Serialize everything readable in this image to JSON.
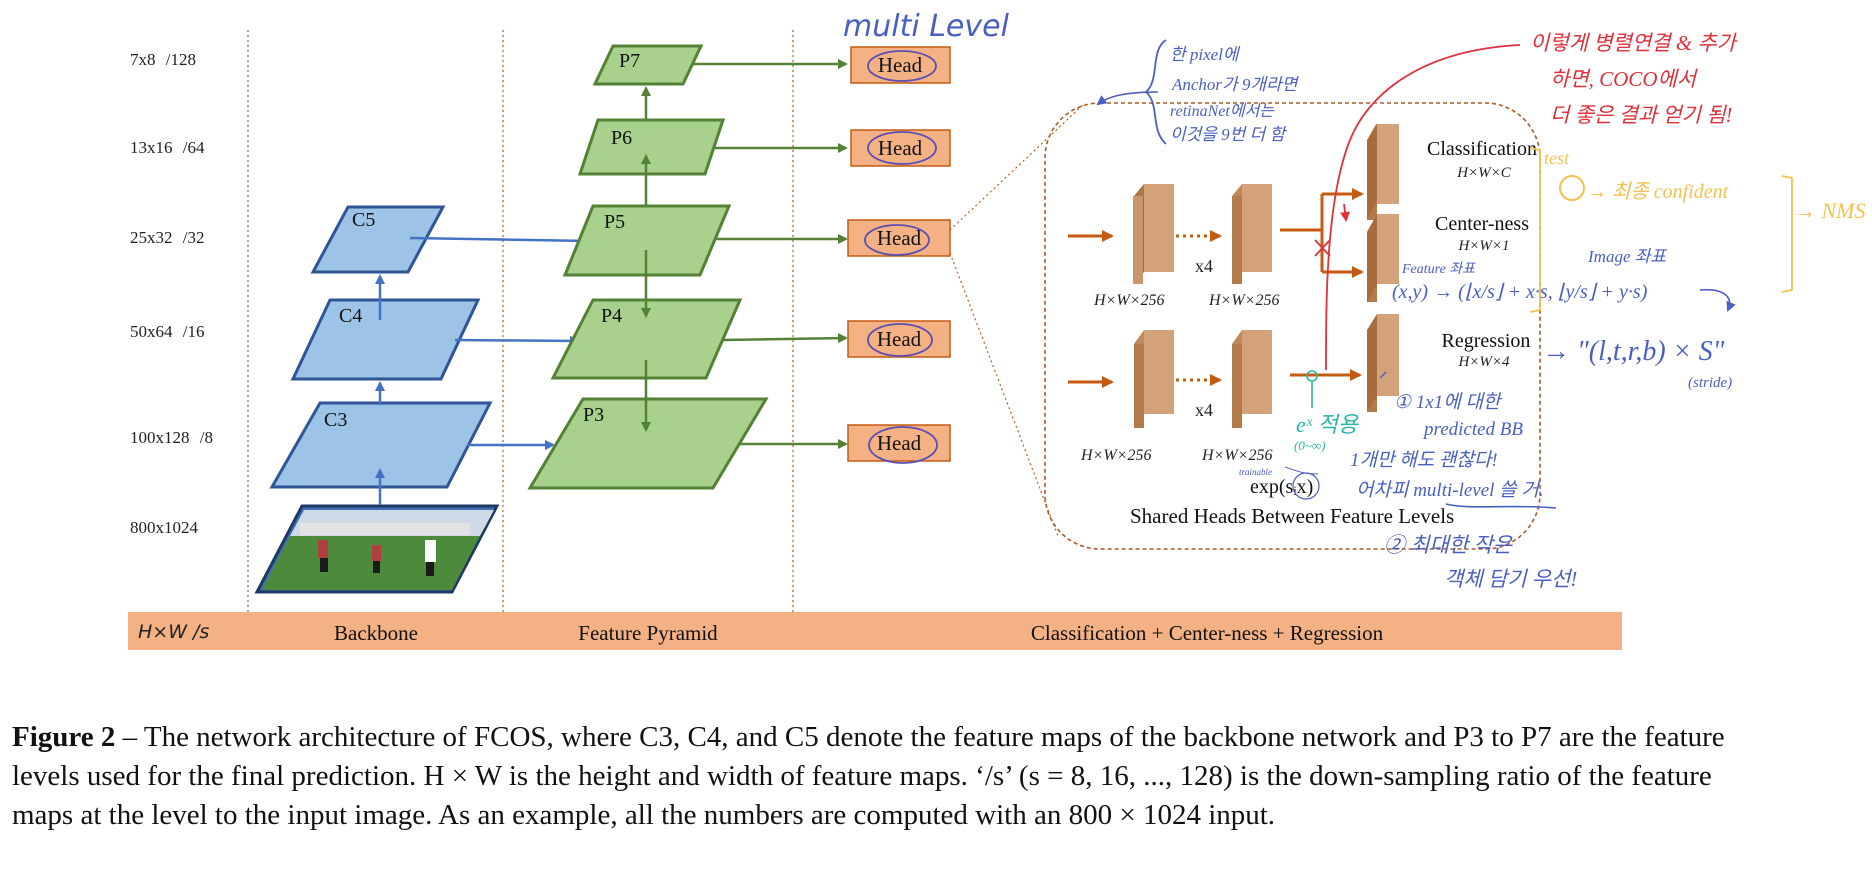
{
  "rows": [
    {
      "size": "7x8",
      "stride": "/128"
    },
    {
      "size": "13x16",
      "stride": "/64"
    },
    {
      "size": "25x32",
      "stride": "/32"
    },
    {
      "size": "50x64",
      "stride": "/16"
    },
    {
      "size": "100x128",
      "stride": "/8"
    },
    {
      "size": "800x1024",
      "stride": ""
    }
  ],
  "backbone_levels": [
    "C5",
    "C4",
    "C3"
  ],
  "pyramid_levels": [
    "P7",
    "P6",
    "P5",
    "P4",
    "P3"
  ],
  "head_label": "Head",
  "footer": {
    "hw": "H×W /s",
    "backbone": "Backbone",
    "pyramid": "Feature Pyramid",
    "heads": "Classification + Center-ness + Regression"
  },
  "shared_head": {
    "dim_labels": [
      "H×W×256",
      "H×W×256",
      "H×W×256",
      "H×W×256"
    ],
    "repeat": [
      "x4",
      "x4"
    ],
    "classification": {
      "title": "Classification",
      "dims": "H×W×C"
    },
    "centerness": {
      "title": "Center-ness",
      "dims": "H×W×1"
    },
    "regression": {
      "title": "Regression",
      "dims": "H×W×4"
    },
    "exp_label": "exp(sᵢx)",
    "caption": "Shared Heads Between Feature Levels"
  },
  "figure_caption": {
    "label": "Figure 2",
    "text": " – The network architecture of FCOS, where C3, C4, and C5 denote the feature maps of the backbone network and P3 to P7 are the feature levels used for the final prediction. H × W is the height and width of feature maps. ‘/s’ (s = 8, 16, ..., 128) is the down-sampling ratio of the feature maps at the level to the input image. As an example, all the numbers are computed with an 800 × 1024 input."
  },
  "annotations": {
    "multi_level": "multi Level",
    "blue_top": [
      "한 pixel에",
      "Anchor가 9개라면",
      "retinaNet에서는",
      "이것을 9번 더 함"
    ],
    "red_top": [
      "이렇게 병렬연결 & 추가",
      "하면, COCO에서",
      "더 좋은 결과 얻기 됨!"
    ],
    "test": "test",
    "confident": "→ 최종 confident",
    "nms": "→ NMS",
    "feature_coord": "Feature 좌표",
    "image_coord": "Image 좌표",
    "xy_formula": "(x,y) → (⌊x/s⌋ + x·s, ⌊y/s⌋ + y·s)",
    "ltrb": "→ \"(l,t,r,b) × S\"",
    "stride": "(stride)",
    "e_note": "eˣ 적용",
    "range": "(0~∞)",
    "trainable": "trainable",
    "bb_note": [
      "① 1x1에 대한",
      "predicted BB",
      "1개만 해도 괜찮다!",
      "어차피 multi-level 쓸 거."
    ],
    "note2": [
      "② 최대한 작은",
      "객체 담기 우선!"
    ]
  },
  "colors": {
    "backbone_fill": "#9dc3e6",
    "backbone_stroke": "#2f5597",
    "pyramid_fill": "#a9d18e",
    "pyramid_stroke": "#538135",
    "head_fill": "#f4b183",
    "footer_fill": "#f4b183",
    "feature_block": "#c8956c",
    "orange_arrow": "#c55a11",
    "blue_ink": "#4a5fc1",
    "red_ink": "#e0303a",
    "yellow_ink": "#f2c14e",
    "cyan_ink": "#29b5a8"
  },
  "icons": [
    "soccer-photo",
    "arrow-icon"
  ]
}
